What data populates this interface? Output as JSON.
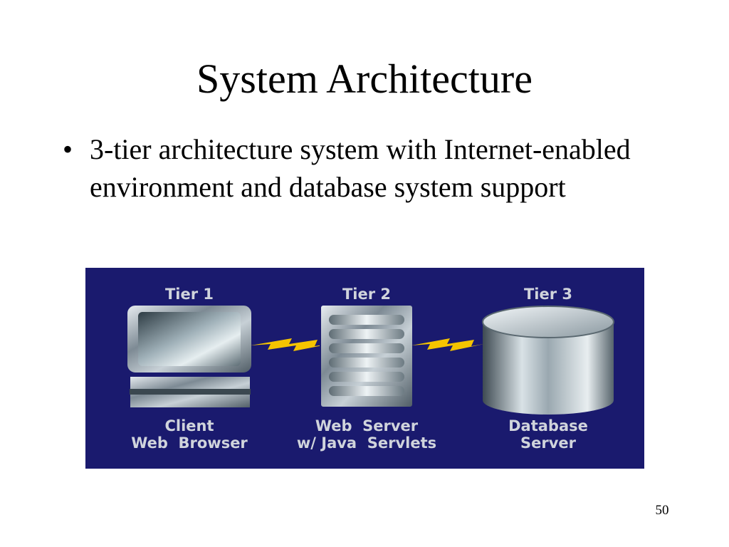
{
  "slide": {
    "title": "System Architecture",
    "bullets": [
      "3-tier architecture system with Internet-enabled environment and database system support"
    ],
    "page_number": "50"
  },
  "diagram": {
    "background_color": "#1a1a6e",
    "bolt_color": "#f5c400",
    "tiers": [
      {
        "heading": "Tier 1",
        "label": "Client\nWeb  Browser",
        "icon": "computer-monitor-icon"
      },
      {
        "heading": "Tier 2",
        "label": "Web  Server\nw/ Java  Servlets",
        "icon": "server-rack-icon"
      },
      {
        "heading": "Tier 3",
        "label": "Database\nServer",
        "icon": "database-cylinder-icon"
      }
    ]
  }
}
